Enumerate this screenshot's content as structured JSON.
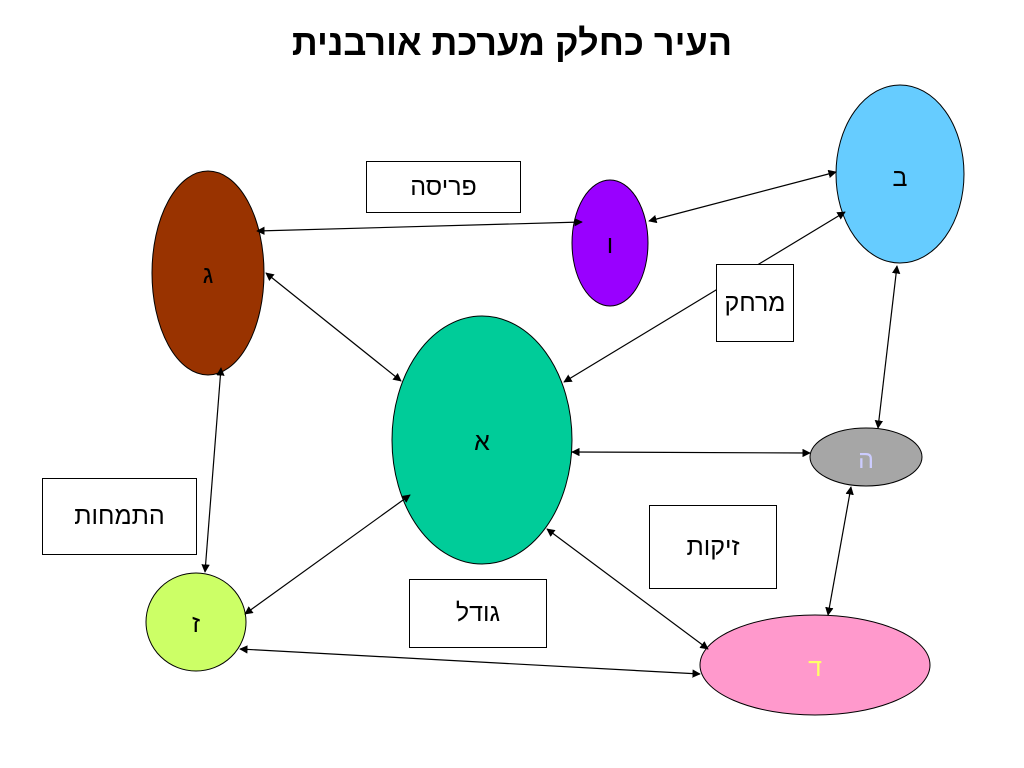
{
  "title": "העיר כחלק מערכת אורבנית",
  "nodes": {
    "a": {
      "label": "א",
      "fill": "#00cc99",
      "text_color": "#000000"
    },
    "b": {
      "label": "ב",
      "fill": "#66ccff",
      "text_color": "#000000"
    },
    "g": {
      "label": "ג",
      "fill": "#993300",
      "text_color": "#000000"
    },
    "d": {
      "label": "ד",
      "fill": "#ff99cc",
      "text_color": "#ffff66"
    },
    "h": {
      "label": "ה",
      "fill": "#a6a6a6",
      "text_color": "#ccccff"
    },
    "v": {
      "label": "ו",
      "fill": "#9900ff",
      "text_color": "#000000"
    },
    "z": {
      "label": "ז",
      "fill": "#ccff66",
      "text_color": "#000000"
    }
  },
  "labels": {
    "spread": "פריסה",
    "distance": "מרחק",
    "development": "התמחות",
    "linkages": "זיקות",
    "size": "גודל"
  }
}
